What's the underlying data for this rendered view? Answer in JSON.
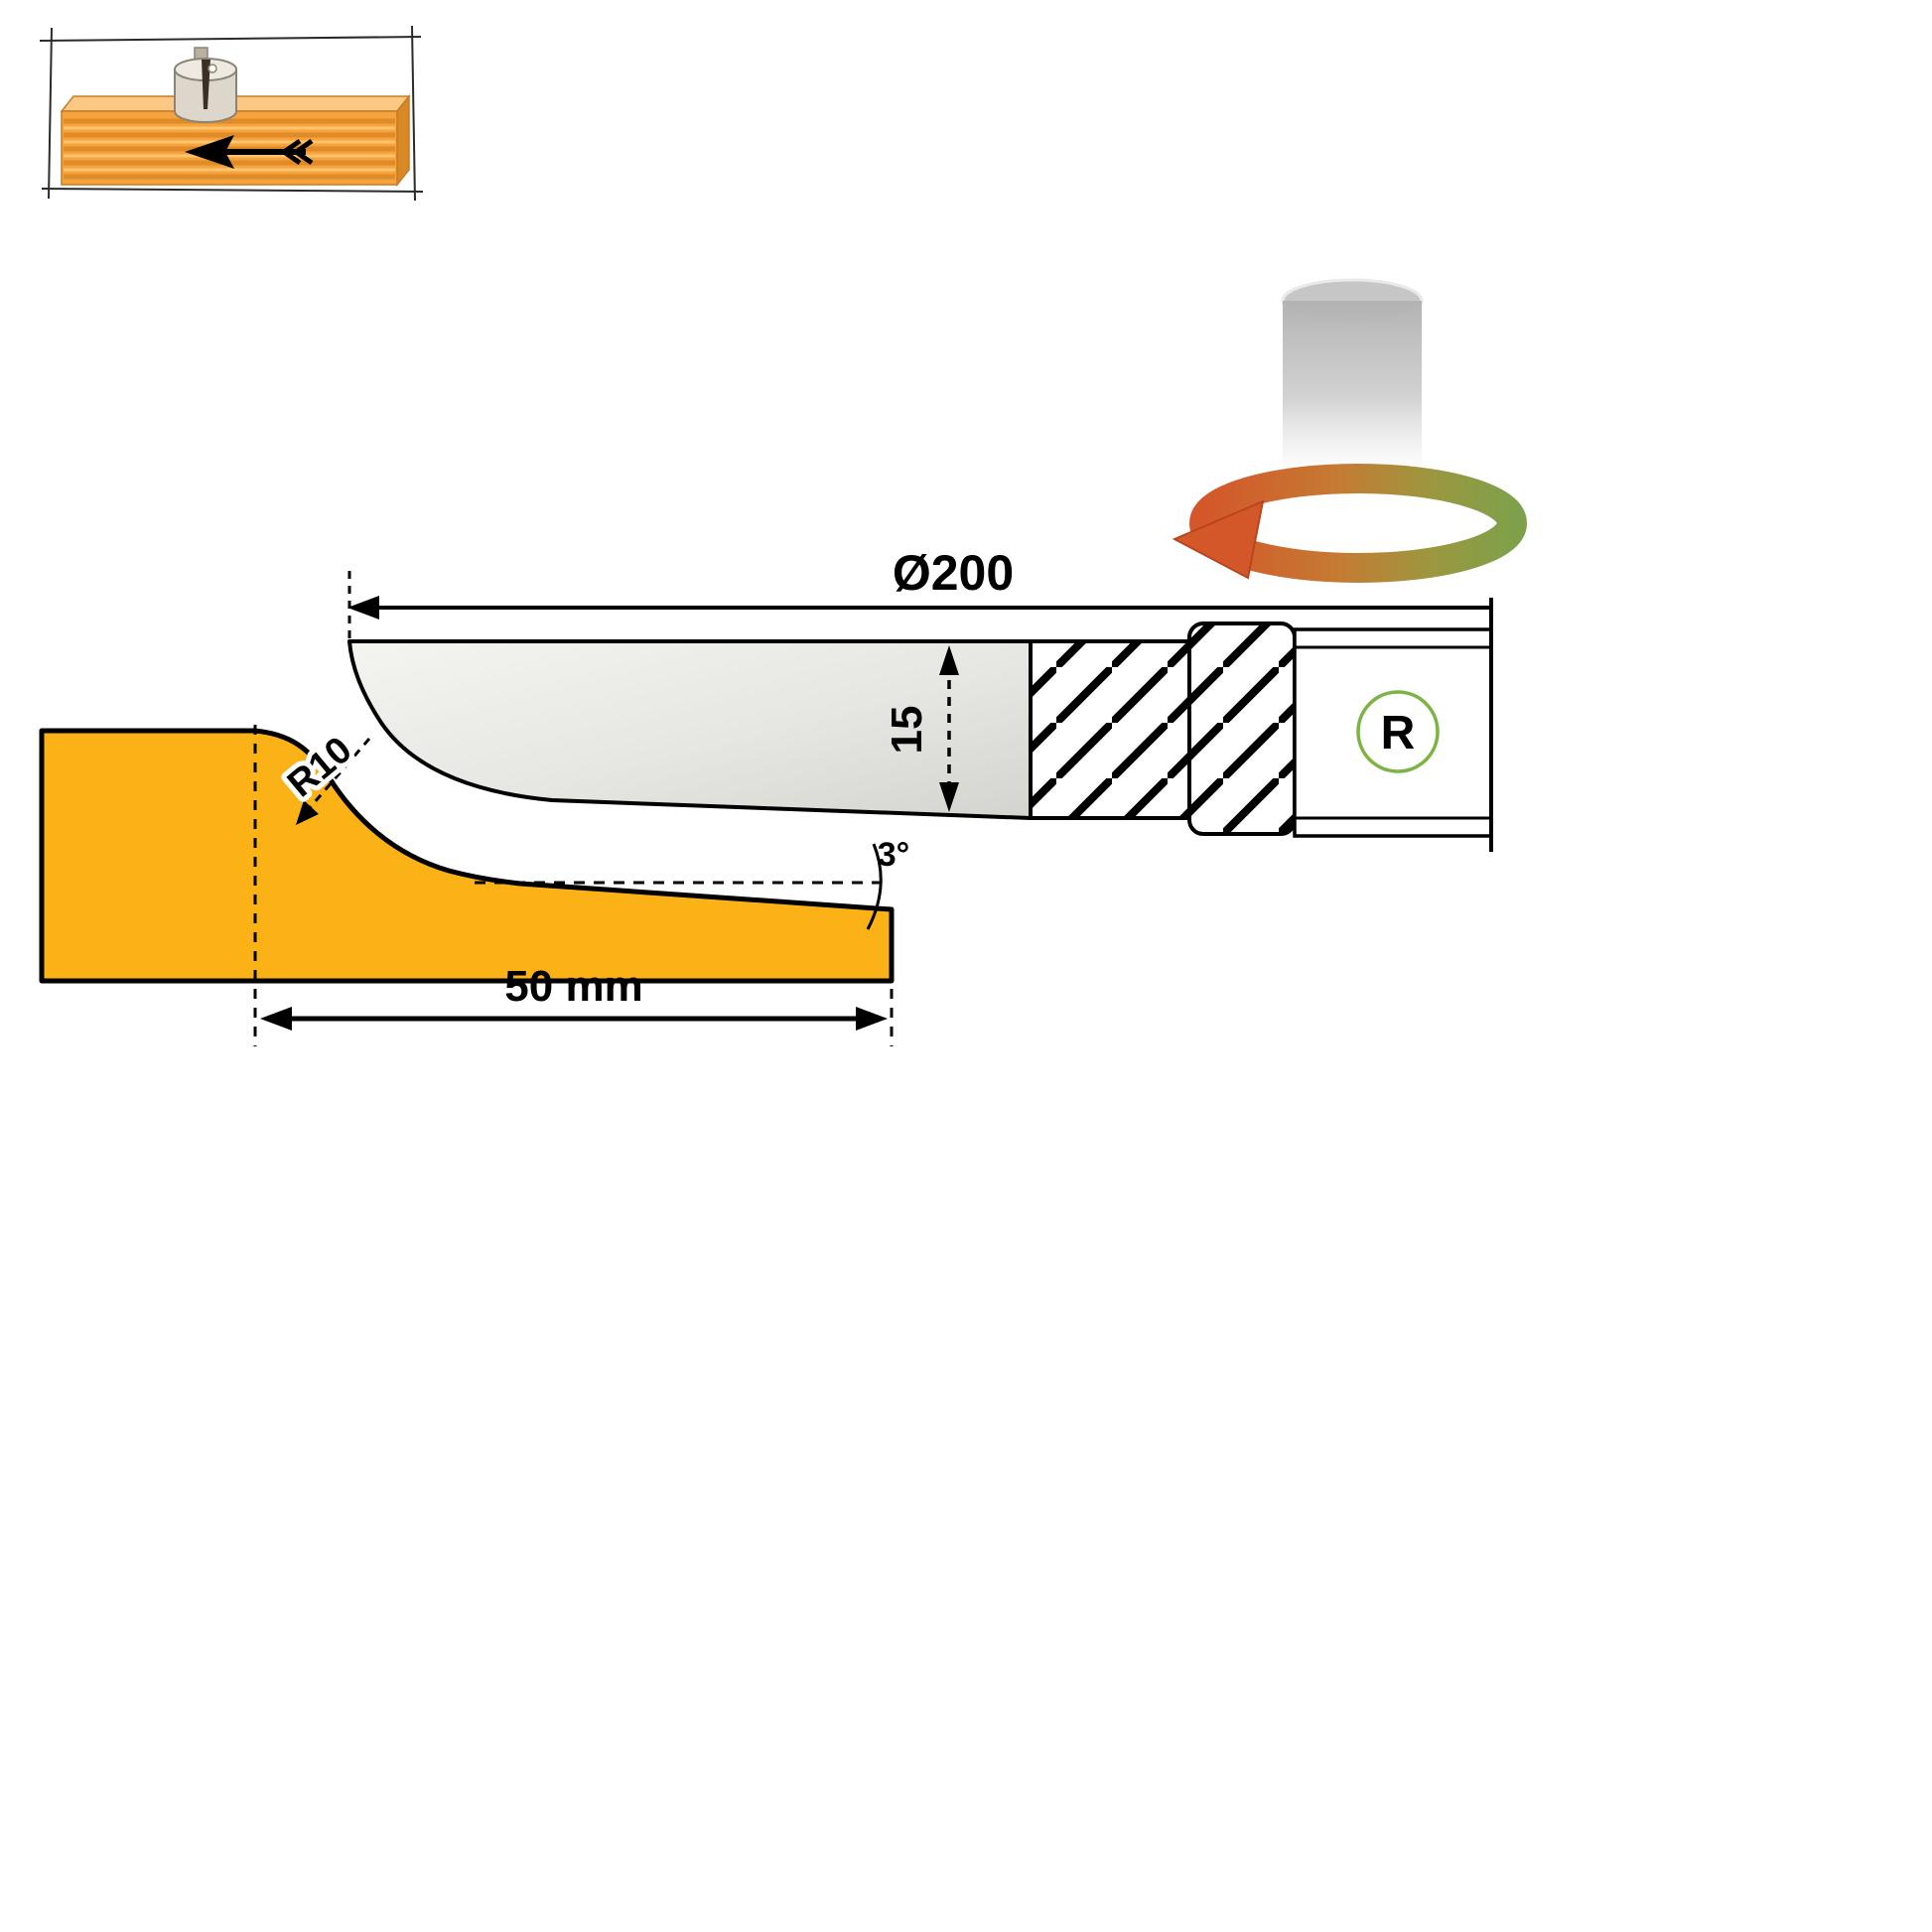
{
  "labels": {
    "diameter": "Ø200",
    "cutter_width": "15",
    "profile_radius": "R10",
    "bevel_angle": "3°",
    "profile_length": "50 mm",
    "rotation_direction": "R"
  },
  "colors": {
    "wood_profile": "#FBB216",
    "wood_board": "#F5A33C",
    "wood_board_top": "#FBC983",
    "wood_board_side": "#D98826",
    "blade_light": "#F1F1EE",
    "blade_dark": "#D6D6D1",
    "rotation_badge_ring": "#7CB342",
    "rotation_arrow_head": "#D4572A",
    "rotation_arrow_tail": "#7FA04A",
    "spindle_gray": "#BDBDBD",
    "outline": "#000000"
  },
  "icons": {
    "feed_arrow": "arrow-left",
    "rotation_arrow": "curved-rotation-arrow"
  }
}
